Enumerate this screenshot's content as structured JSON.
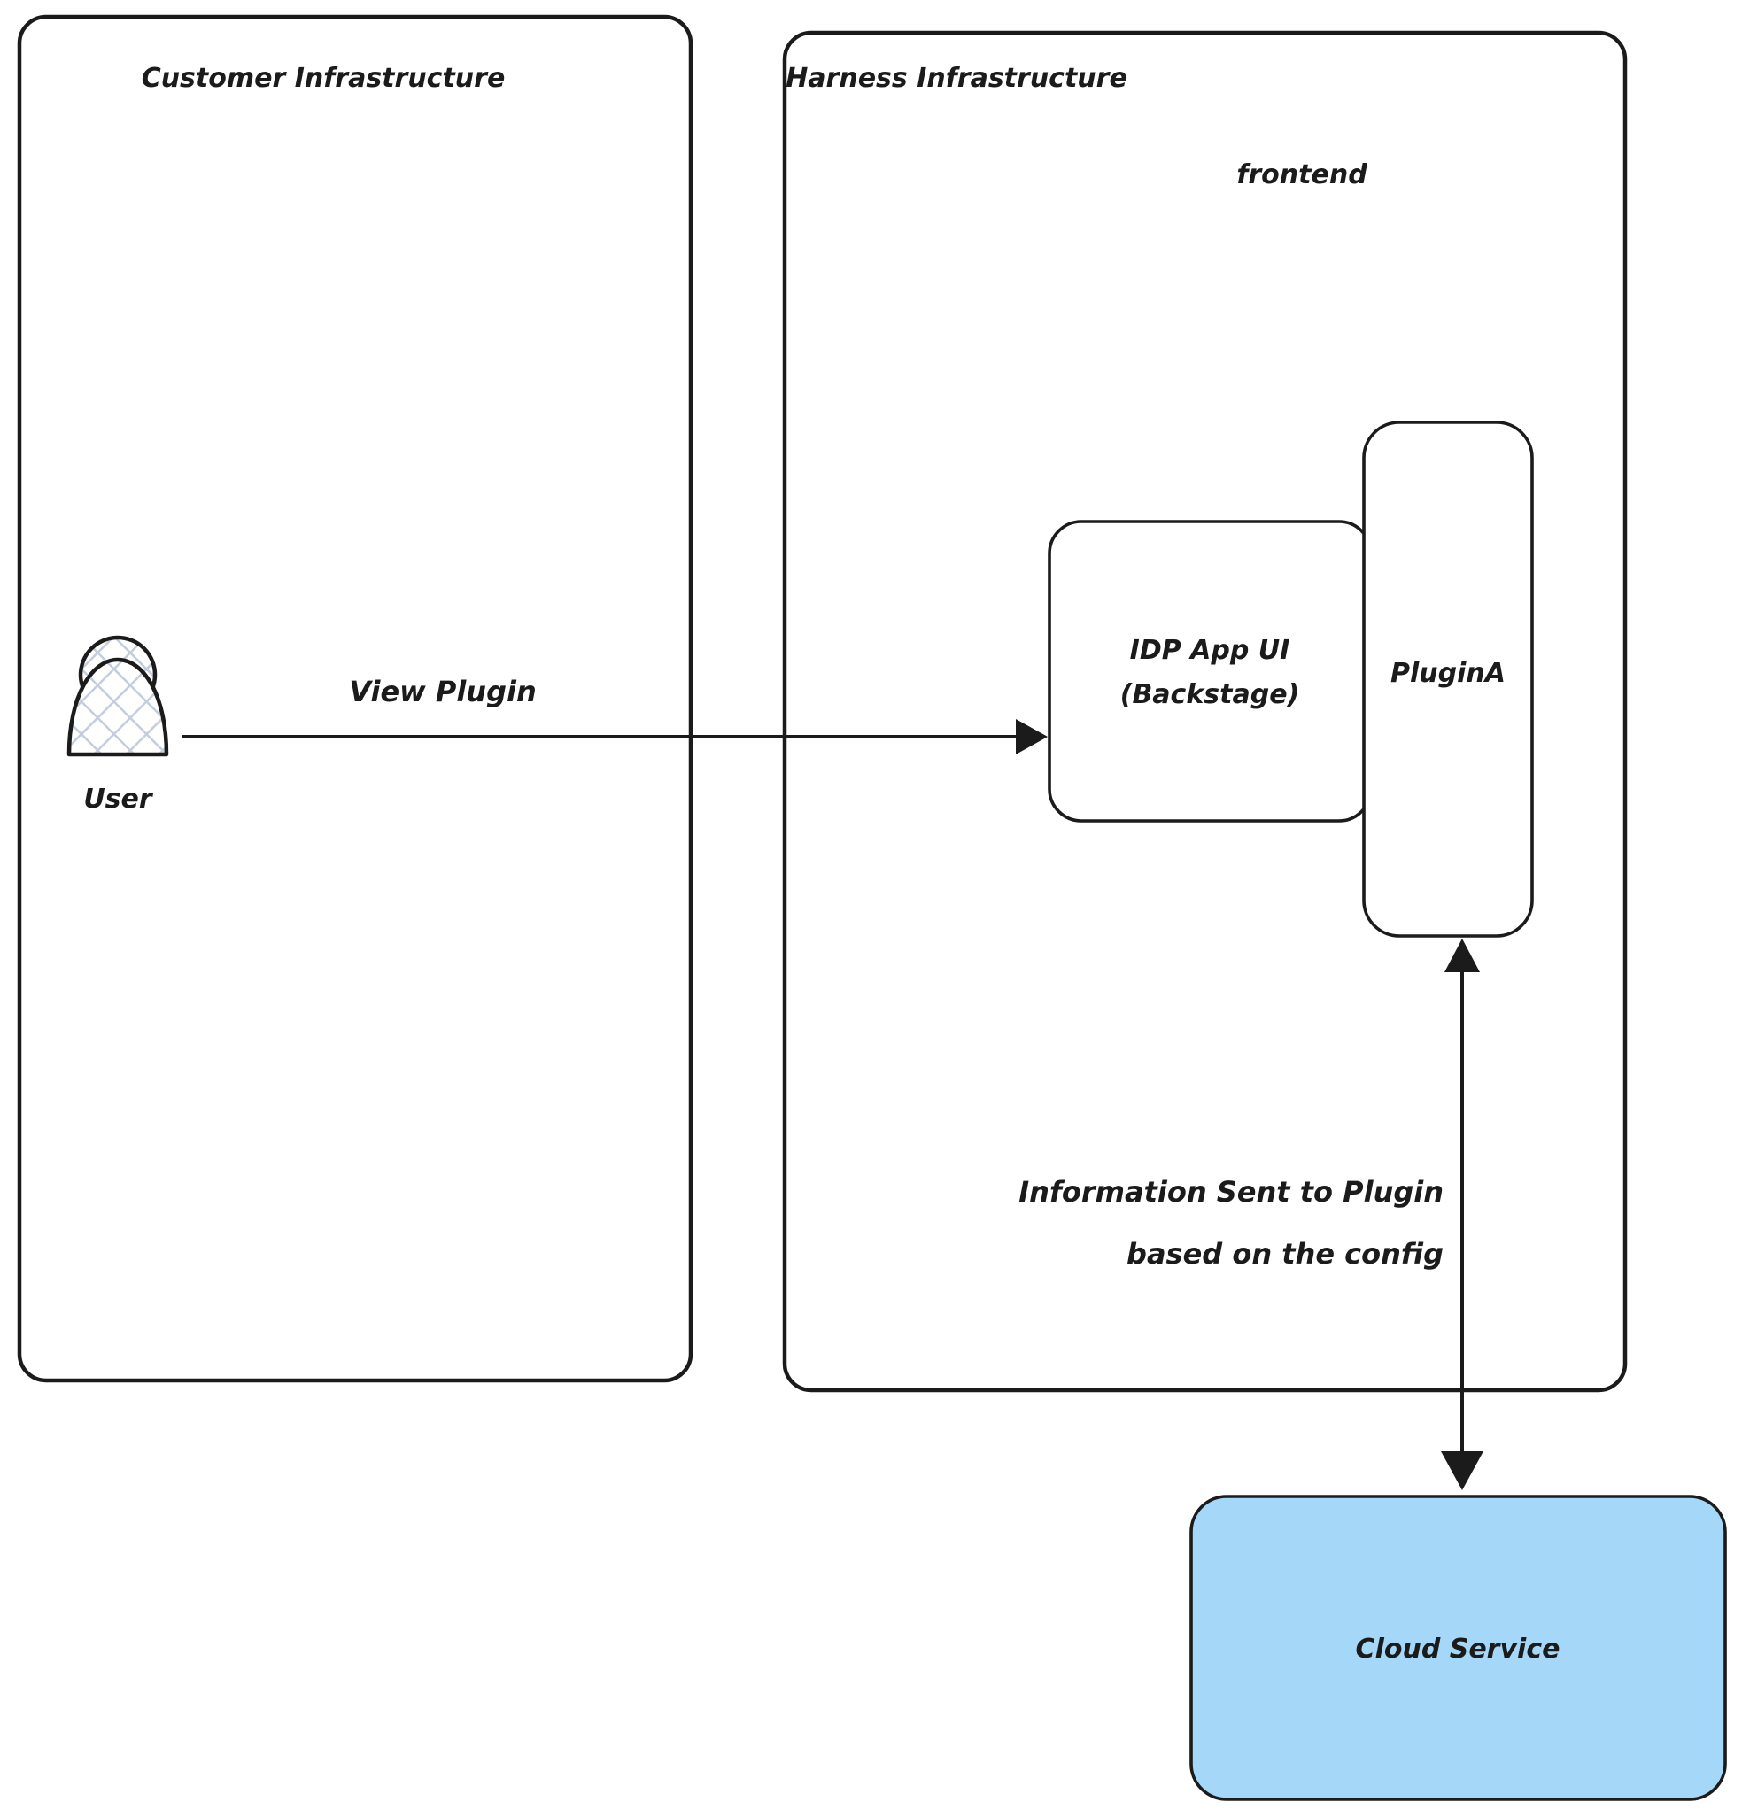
{
  "diagram": {
    "title_hidden": "",
    "groups": [
      {
        "id": "customer-infrastructure",
        "label": "Customer Infrastructure"
      },
      {
        "id": "harness-infrastructure",
        "label": "Harness Infrastructure"
      }
    ],
    "sublabels": [
      {
        "id": "frontend",
        "label": "frontend"
      }
    ],
    "nodes": [
      {
        "id": "user",
        "label": "User",
        "shape": "actor",
        "fill": "#ffffff",
        "hatch_color": "#c3cddb"
      },
      {
        "id": "idp-app-ui",
        "label_line1": "IDP App UI",
        "label_line2": "(Backstage)",
        "shape": "rounded-rect",
        "fill": "#ffffff"
      },
      {
        "id": "plugin-a",
        "label": "PluginA",
        "shape": "rounded-rect",
        "fill": "#ffffff"
      },
      {
        "id": "cloud-service",
        "label": "Cloud Service",
        "shape": "rounded-rect",
        "fill": "#a5d8f8"
      }
    ],
    "edges": [
      {
        "id": "view-plugin",
        "label": "View Plugin",
        "from": "user",
        "to": "idp-app-ui",
        "direction": "forward"
      },
      {
        "id": "information-sent",
        "label_line1": "Information Sent to Plugin",
        "label_line2": "based on the config",
        "from": "cloud-service",
        "to": "plugin-a",
        "direction": "both"
      }
    ],
    "colors": {
      "stroke": "#1b1b1b",
      "background": "#ffffff",
      "cloud_fill": "#a5d8f8",
      "hatch": "#c3cddb"
    }
  }
}
